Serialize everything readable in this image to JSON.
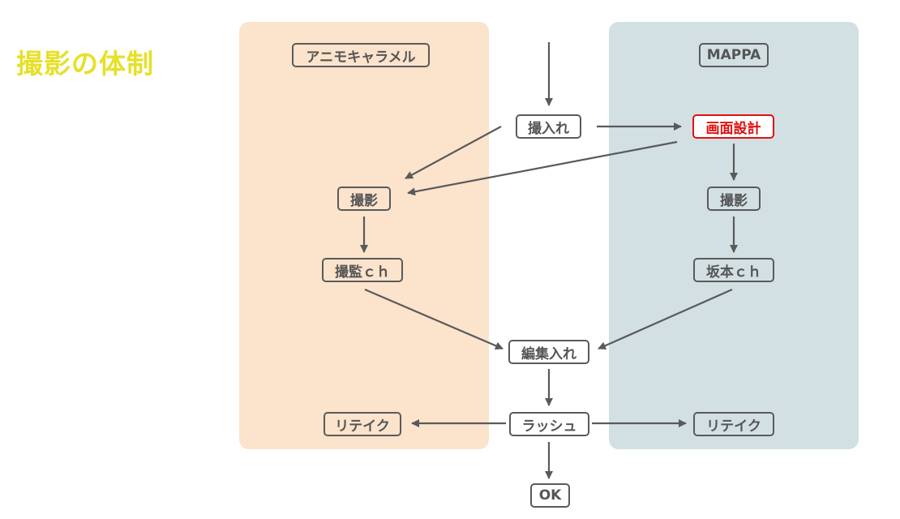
{
  "title": "撮影の体制",
  "colors": {
    "title": "#e6e02a",
    "left_panel": "#fbe3cc",
    "right_panel": "#d2e0e3",
    "highlight": "#e01010",
    "line": "#5a5a5a"
  },
  "panels": {
    "left": "アニモキャラメル",
    "right": "MAPPA"
  },
  "nodes": {
    "intake": "撮入れ",
    "screen_design": "画面設計",
    "shoot_left": "撮影",
    "shoot_right": "撮影",
    "check_left": "撮監ｃｈ",
    "check_right": "坂本ｃｈ",
    "edit_intake": "編集入れ",
    "rush": "ラッシュ",
    "retake_left": "リテイク",
    "retake_right": "リテイク",
    "ok": "OK"
  }
}
